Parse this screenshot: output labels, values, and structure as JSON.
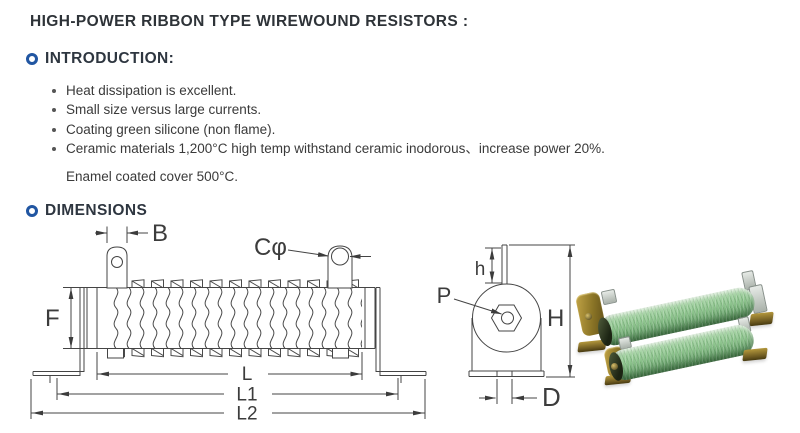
{
  "title": "HIGH-POWER RIBBON TYPE WIREWOUND RESISTORS :",
  "introduction": {
    "heading": "INTRODUCTION:",
    "bullets": [
      "Heat dissipation is excellent.",
      "Small size versus large currents.",
      "Coating green silicone (non flame).",
      "Ceramic materials 1,200°C high temp withstand ceramic inodorous、increase power 20%."
    ],
    "note": "Enamel coated cover 500°C."
  },
  "dimensions": {
    "heading": "DIMENSIONS",
    "side_view": {
      "label_b": "B",
      "label_c_phi": "Cφ",
      "label_f": "F",
      "label_l": "L",
      "label_l1": "L1",
      "label_l2": "L2"
    },
    "end_view": {
      "label_h_lug": "h",
      "label_p": "P",
      "label_h_overall": "H",
      "label_d": "D"
    }
  },
  "colors": {
    "section_marker_blue": "#2156a2",
    "heading_text": "#2e3640",
    "body_text": "#3a3a3a",
    "drawing_line": "#444444",
    "resistor_green": "#8bc28b",
    "bracket_brass": "#8a7426",
    "tab_silver": "#c6c9c6"
  }
}
